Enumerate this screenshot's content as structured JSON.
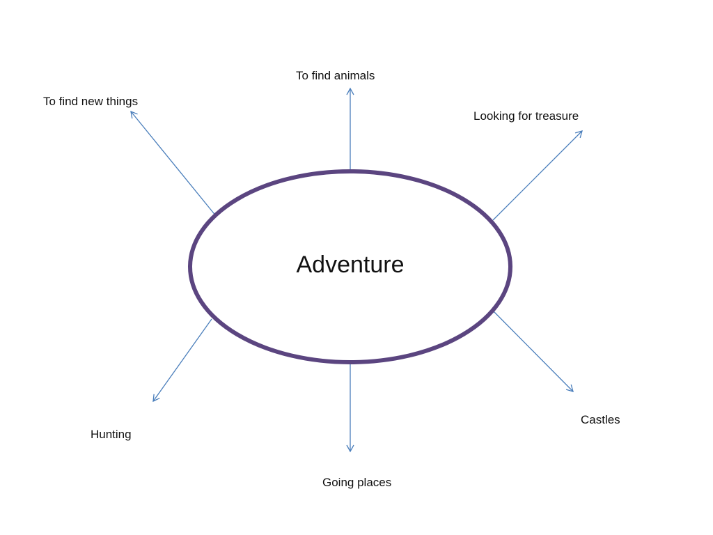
{
  "center": {
    "label": "Adventure",
    "ellipse_color": "#5b4580"
  },
  "arrow_color": "#4a7ebb",
  "branches": [
    {
      "id": "animals",
      "label": "To find animals"
    },
    {
      "id": "new-things",
      "label": "To find new things"
    },
    {
      "id": "treasure",
      "label": "Looking for treasure"
    },
    {
      "id": "castles",
      "label": "Castles"
    },
    {
      "id": "hunting",
      "label": "Hunting"
    },
    {
      "id": "going-places",
      "label": "Going places"
    }
  ]
}
